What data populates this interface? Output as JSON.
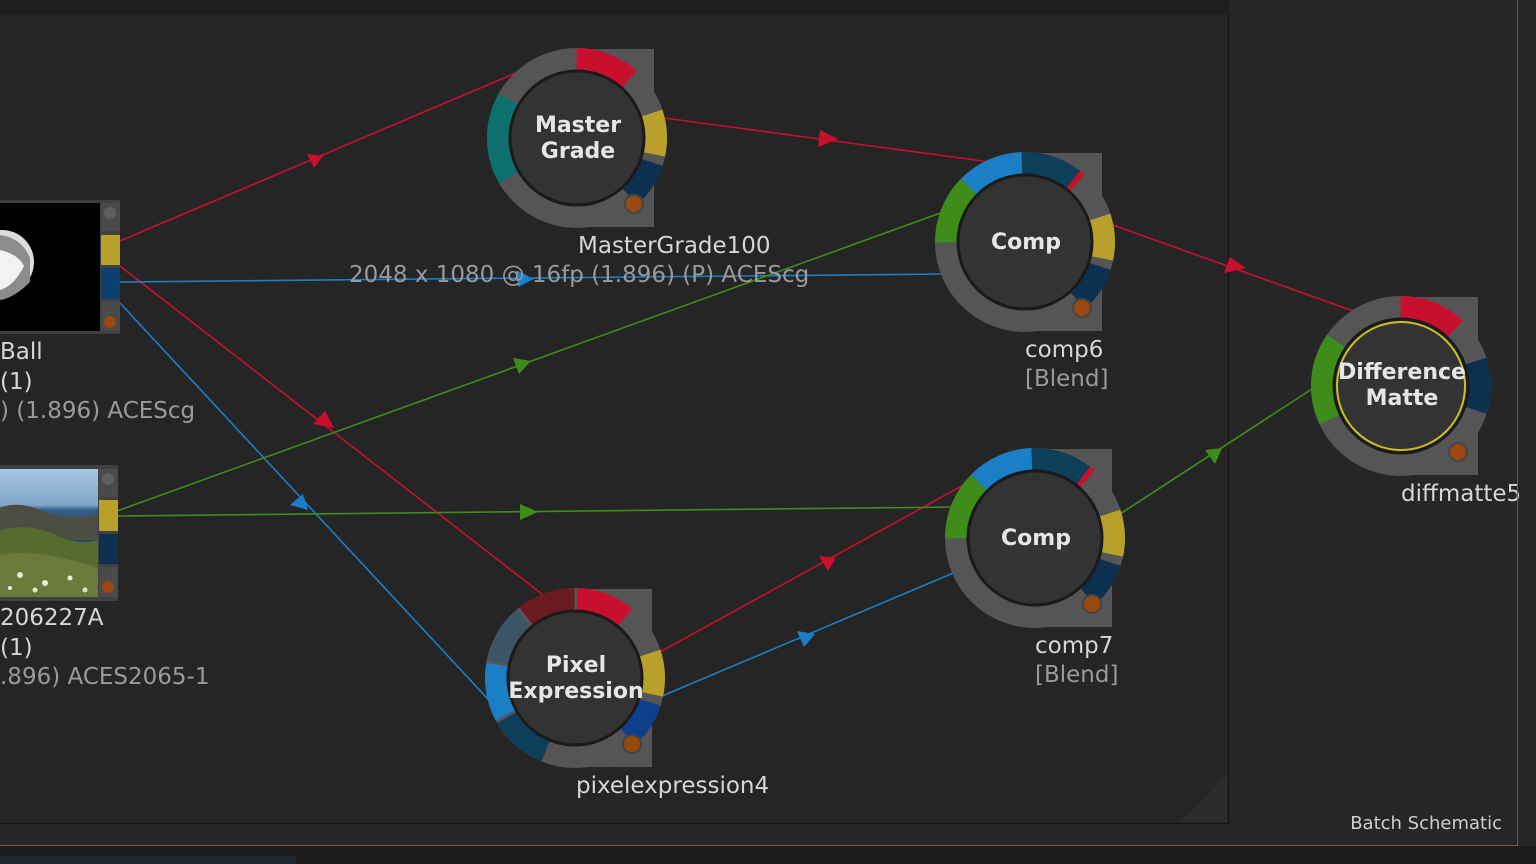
{
  "panel": {
    "title": "Batch Schematic"
  },
  "nodes": {
    "clip_ball": {
      "name": "Ball",
      "line2": "(1)",
      "line3": ") (1.896)  ACEScg"
    },
    "clip_photo": {
      "name": "206227A",
      "line2": "(1)",
      "line3": ".896)  ACES2065-1"
    },
    "master_grade": {
      "title_line1": "Master",
      "title_line2": "Grade",
      "name": "MasterGrade100",
      "info": "2048 x 1080 @ 16fp (1.896) (P) ACEScg"
    },
    "comp6": {
      "title": "Comp",
      "name": "comp6",
      "mode": "[Blend]"
    },
    "comp7": {
      "title": "Comp",
      "name": "comp7",
      "mode": "[Blend]"
    },
    "pixel_expression": {
      "title_line1": "Pixel",
      "title_line2": "Expression",
      "name": "pixelexpression4"
    },
    "diffmatte": {
      "title_line1": "Difference",
      "title_line2": "Matte",
      "name": "diffmatte5"
    }
  },
  "colors": {
    "red_link": "#c8102e",
    "blue_link": "#1a7fc4",
    "green_link": "#3e8c1a",
    "yellow_port": "#b8a02a",
    "node_body": "#333333",
    "selected_ring": "#c8c020"
  }
}
